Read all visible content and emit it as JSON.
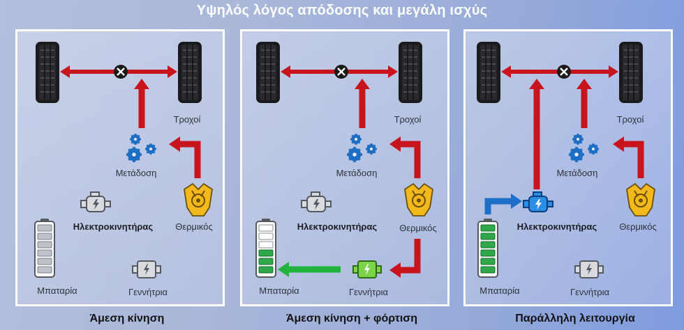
{
  "title": "Υψηλός λόγος απόδοσης και μεγάλη ισχύς",
  "panels": [
    {
      "caption": "Άμεση κίνηση",
      "labels": {
        "wheels": "Τροχοί",
        "transmission": "Μετάδοση",
        "engine": "Θερμικός",
        "motor": "Ηλεκτροκινητήρας",
        "battery": "Μπαταρία",
        "generator": "Γεννήτρια"
      }
    },
    {
      "caption": "Άμεση κίνηση + φόρτιση",
      "labels": {
        "wheels": "Τροχοί",
        "transmission": "Μετάδοση",
        "engine": "Θερμικός",
        "motor": "Ηλεκτροκινητήρας",
        "battery": "Μπαταρία",
        "generator": "Γεννήτρια"
      }
    },
    {
      "caption": "Παράλληλη λειτουργία",
      "labels": {
        "wheels": "Τροχοί",
        "transmission": "Μετάδοση",
        "engine": "Θερμικός",
        "motor": "Ηλεκτροκινητήρας",
        "battery": "Μπαταρία",
        "generator": "Γεννήτρια"
      }
    }
  ],
  "colors": {
    "arrow_red": "#c8141c",
    "arrow_green": "#22b33c",
    "arrow_blue": "#1f6fc8",
    "gear_blue": "#1e6fc4",
    "engine_yellow": "#f2b81c",
    "battery_green": "#2fa84a",
    "active_blue": "#2b8ee6",
    "inactive_grey": "#8a8d94"
  },
  "icons": [
    "wheel-icon",
    "axle-x-icon",
    "gear-icon",
    "engine-icon",
    "motor-icon",
    "battery-icon",
    "generator-icon"
  ]
}
